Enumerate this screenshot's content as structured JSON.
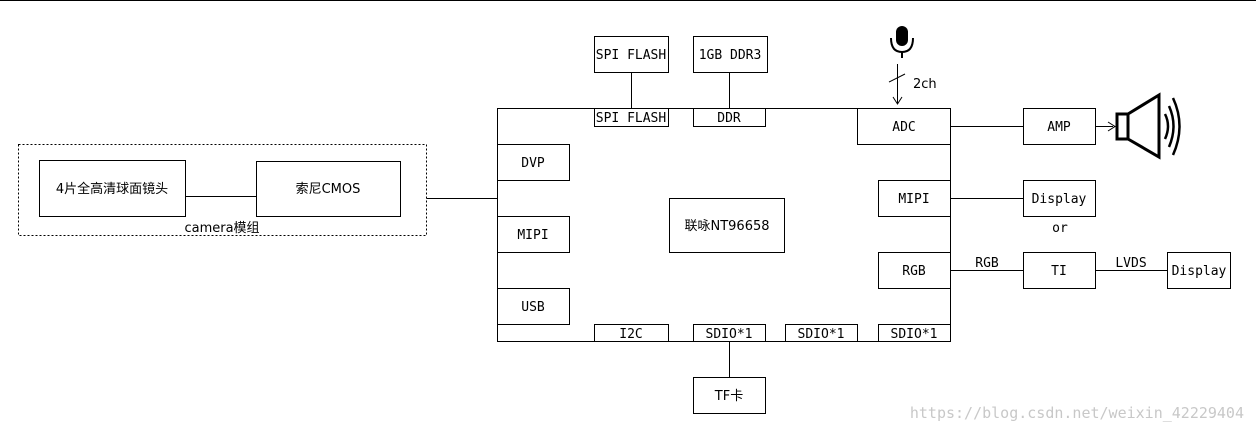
{
  "lens": "4片全高清球面镜头",
  "sensor": "索尼CMOS",
  "camera_module": "camera模组",
  "soc": "联咏NT96658",
  "flash": "SPI FLASH",
  "ddr3": "1GB DDR3",
  "soc_ports": {
    "spi_flash": "SPI FLASH",
    "ddr": "DDR",
    "dvp": "DVP",
    "mipi_in": "MIPI",
    "usb": "USB",
    "i2c": "I2C",
    "sdio1": "SDIO*1",
    "sdio2": "SDIO*1",
    "sdio3": "SDIO*1",
    "adc": "ADC",
    "mipi_out": "MIPI",
    "rgb_out": "RGB"
  },
  "mic_channels": "2ch",
  "amp": "AMP",
  "display_mipi": "Display",
  "or": "or",
  "rgb_label": "RGB",
  "ti": "TI",
  "lvds_label": "LVDS",
  "display_lvds": "Display",
  "tf_card": "TF卡",
  "watermark": "https://blog.csdn.net/weixin_42229404"
}
